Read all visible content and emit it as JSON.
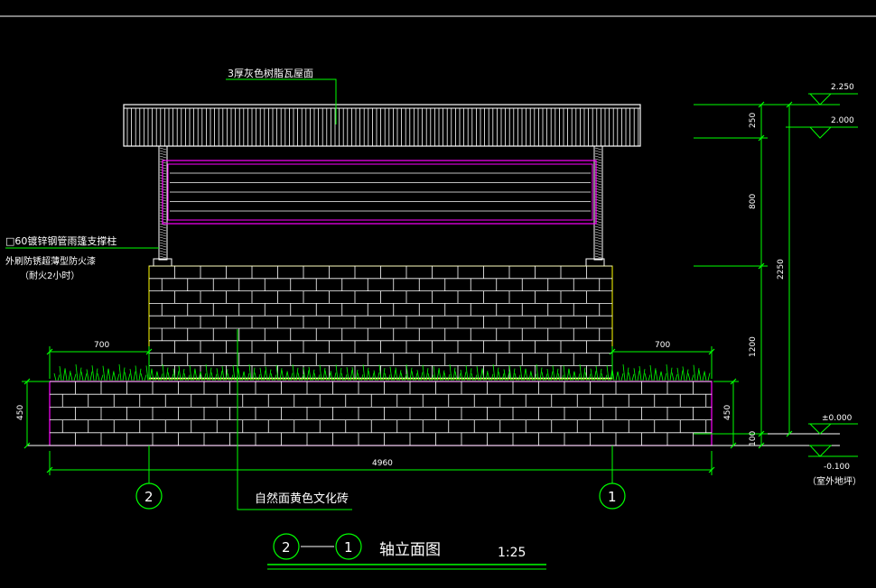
{
  "labels": {
    "roof": "3厚灰色树脂瓦屋面",
    "column": "□60镀锌钢管雨篷支撑柱",
    "paint_line1": "外刷防锈超薄型防火漆",
    "paint_line2": "（耐火2小时）",
    "brick": "自然面黄色文化砖",
    "outdoor_line1": "（室外地坪）"
  },
  "dims": {
    "left_700": "700",
    "right_700": "700",
    "total_4960": "4960",
    "left_450": "450",
    "right_450": "450",
    "r_250": "250",
    "r_800": "800",
    "r_1200": "1200",
    "r_2250": "2250",
    "r_100": "100"
  },
  "levels": {
    "top": "2.250",
    "eave": "2.000",
    "zero": "±0.000",
    "ground": "-0.100"
  },
  "axes": {
    "left": "2",
    "right": "1"
  },
  "title": {
    "from": "2",
    "to": "1",
    "text": "轴立面图",
    "scale": "1:25"
  },
  "colors": {
    "green": "#00ff00",
    "yellow": "#ffff00",
    "magenta": "#ff00ff",
    "white": "#ffffff"
  }
}
